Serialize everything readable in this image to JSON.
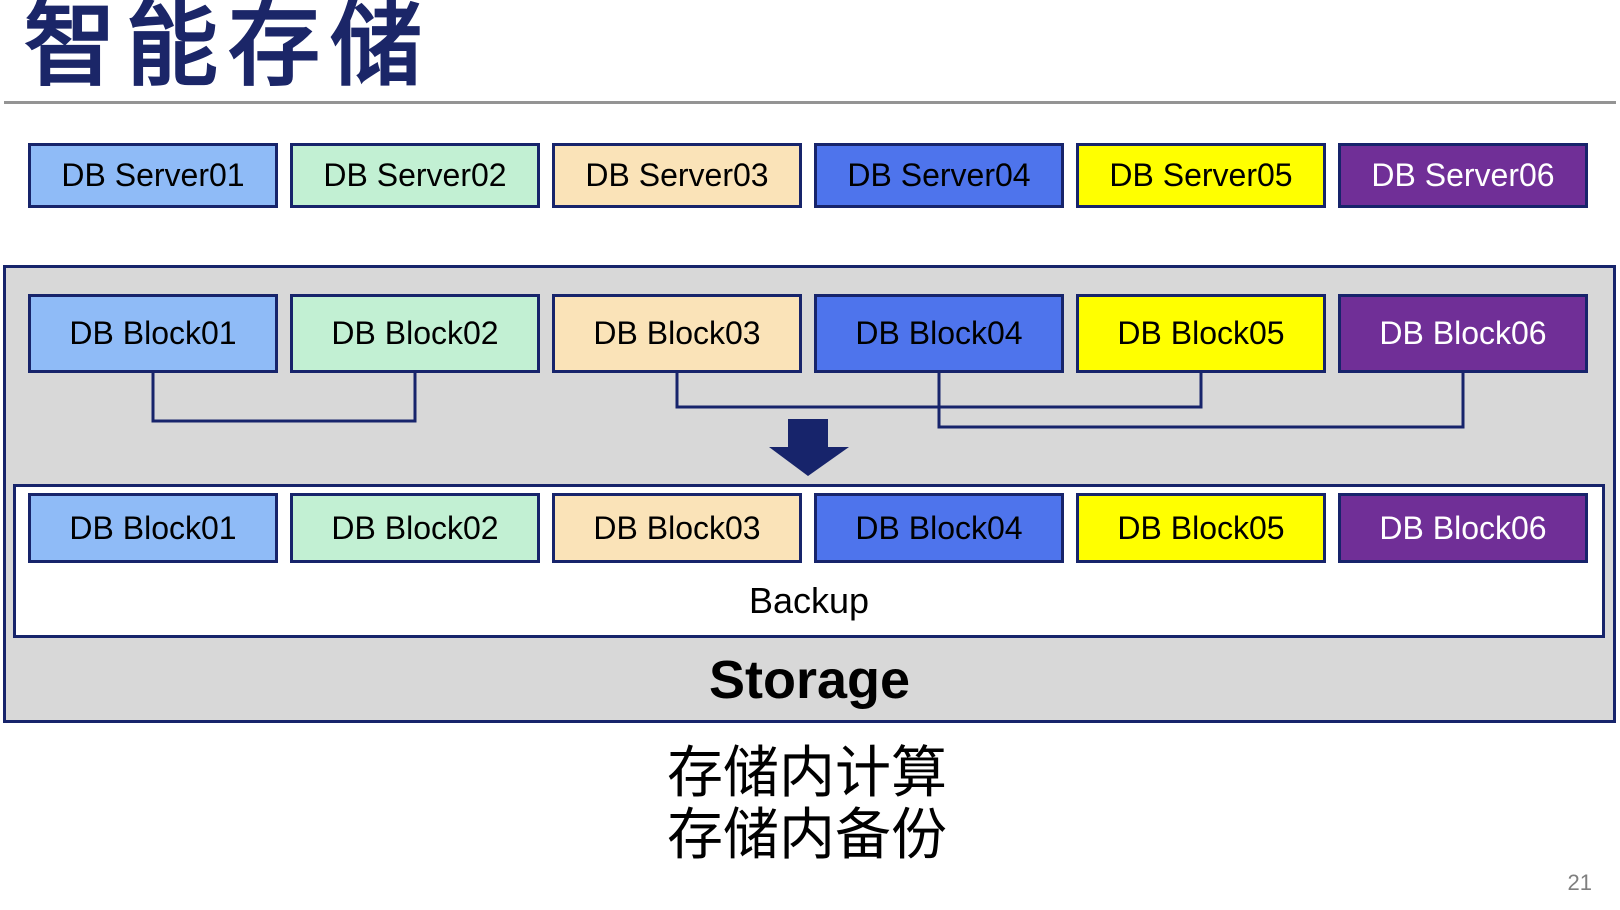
{
  "title": "智能存储",
  "server_row": [
    {
      "label": "DB Server01"
    },
    {
      "label": "DB Server02"
    },
    {
      "label": "DB Server03"
    },
    {
      "label": "DB Server04"
    },
    {
      "label": "DB Server05"
    },
    {
      "label": "DB Server06"
    }
  ],
  "storage_box": {
    "block_row_top": [
      "DB Block01",
      "DB Block02",
      "DB Block03",
      "DB Block04",
      "DB Block05",
      "DB Block06"
    ],
    "block_row_bottom": [
      "DB Block01",
      "DB Block02",
      "DB Block03",
      "DB Block04",
      "DB Block05",
      "DB Block06"
    ],
    "backup_label": "Backup",
    "storage_label": "Storage"
  },
  "captions": {
    "line1": "存储内计算",
    "line2": "存储内备份"
  },
  "page_number": "21",
  "palette": [
    {
      "name": "light-blue",
      "fill": "#8fbbf7",
      "text": "#000000"
    },
    {
      "name": "mint-green",
      "fill": "#c2f0d3",
      "text": "#000000"
    },
    {
      "name": "wheat",
      "fill": "#fae3b8",
      "text": "#000000"
    },
    {
      "name": "medium-blue",
      "fill": "#4e74ec",
      "text": "#000000"
    },
    {
      "name": "yellow",
      "fill": "#ffff00",
      "text": "#000000"
    },
    {
      "name": "purple",
      "fill": "#702f97",
      "text": "#ffffff"
    }
  ],
  "colors": {
    "navy_accent": "#17246b",
    "title_navy": "#1b2668",
    "storage_box_gray": "#d8d8d8",
    "divider_gray": "#949494",
    "page_number_gray": "#7f7f7f"
  }
}
